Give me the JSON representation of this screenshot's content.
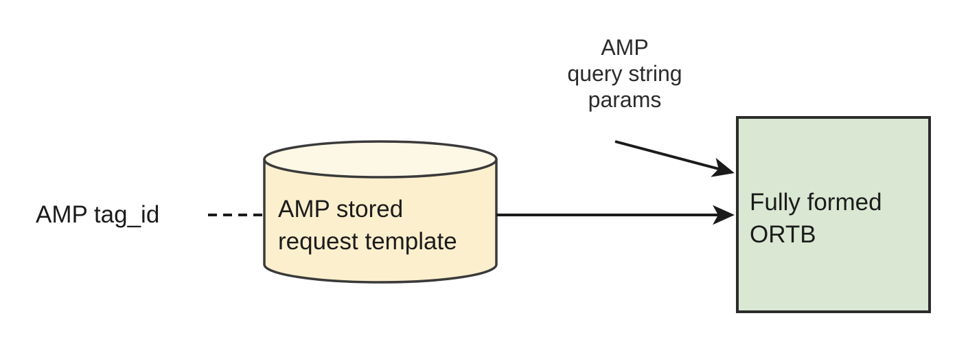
{
  "diagram": {
    "type": "flow-diagram",
    "background_color": "#ffffff",
    "nodes": [
      {
        "id": "amp-tag-id",
        "shape": "text",
        "label": "AMP tag_id",
        "text_color": "#1b1b1b"
      },
      {
        "id": "amp-stored-request-template",
        "shape": "cylinder",
        "label_line_1": "AMP stored",
        "label_line_2": "request template",
        "fill_color": "#fcefcd",
        "top_fill_color": "#fdf7e6",
        "stroke_color": "#3a3a3a",
        "text_color": "#1b1b1b"
      },
      {
        "id": "fully-formed-ortb",
        "shape": "rectangle",
        "label_line_1": "Fully formed",
        "label_line_2": "ORTB",
        "fill_color": "#dae8d3",
        "stroke_color": "#2b2b2b",
        "text_color": "#1b1b1b"
      }
    ],
    "annotations": [
      {
        "id": "amp-query-string-params",
        "line_1": "AMP",
        "line_2": "query string",
        "line_3": "params",
        "text_color": "#2b2b2b"
      }
    ],
    "edges": [
      {
        "id": "tagid-to-cylinder",
        "from": "amp-tag-id",
        "to": "amp-stored-request-template",
        "style": "dashed",
        "arrowhead": "none",
        "stroke_color": "#1b1b1b"
      },
      {
        "id": "cylinder-to-ortb",
        "from": "amp-stored-request-template",
        "to": "fully-formed-ortb",
        "style": "solid",
        "arrowhead": "filled-triangle",
        "stroke_color": "#1b1b1b"
      },
      {
        "id": "params-to-ortb",
        "from": "amp-query-string-params",
        "to": "fully-formed-ortb",
        "style": "solid",
        "arrowhead": "filled-triangle",
        "stroke_color": "#1b1b1b"
      }
    ]
  }
}
